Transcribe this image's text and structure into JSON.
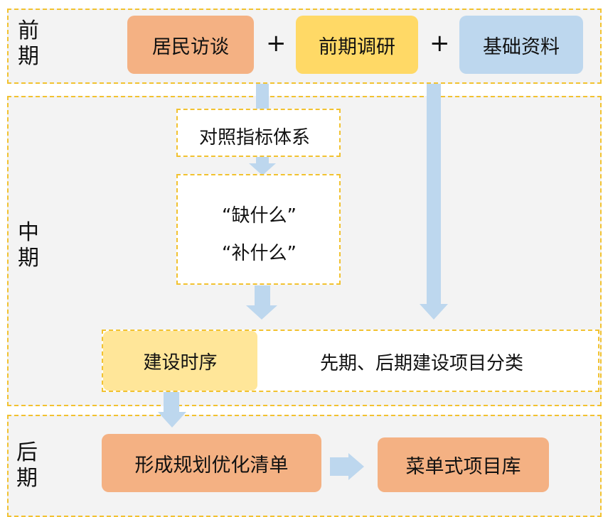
{
  "phases": {
    "early": [
      "前",
      "期"
    ],
    "middle": [
      "中",
      "期"
    ],
    "late": [
      "后",
      "期"
    ]
  },
  "early": {
    "items": [
      "居民访谈",
      "前期调研",
      "基础资料"
    ],
    "plus": "+"
  },
  "middle": {
    "index_system": "对照指标体系",
    "gap_line1": "“缺什么”",
    "gap_line2": "“补什么”",
    "sequence": "建设时序",
    "classification": "先期、后期建设项目分类"
  },
  "late": {
    "optimize_list": "形成规划优化清单",
    "project_library": "菜单式项目库"
  },
  "colors": {
    "orange": "#f4b183",
    "yellow": "#ffd966",
    "light_yellow": "#ffe699",
    "blue": "#bdd7ee",
    "dash": "#f2c230"
  }
}
